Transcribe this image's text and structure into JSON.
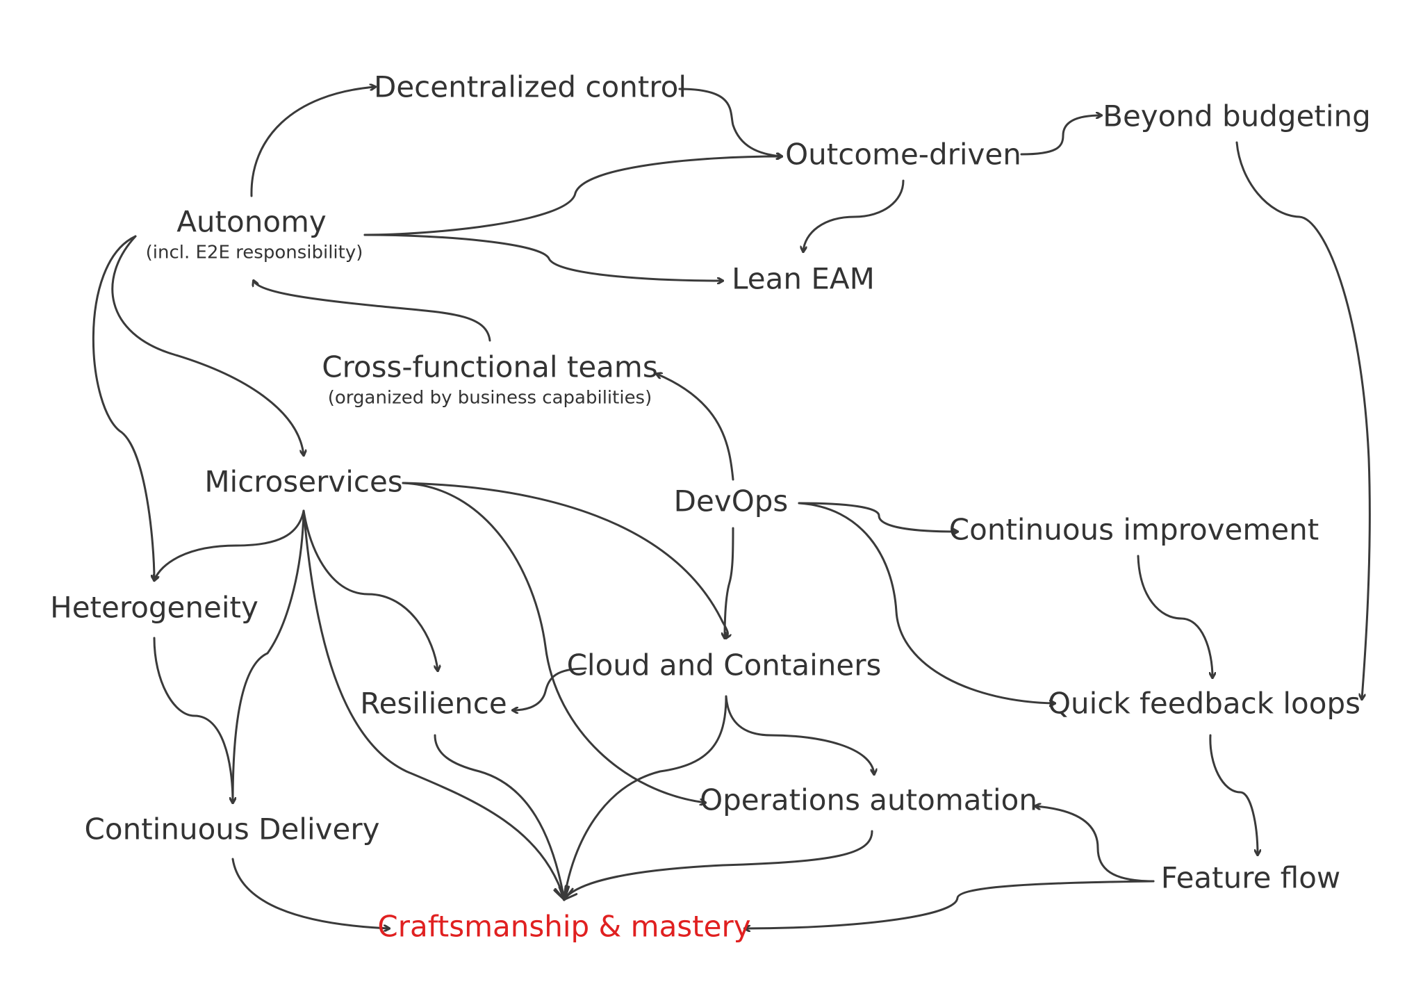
{
  "colors": {
    "text": "#333333",
    "highlight": "#e02020",
    "arrow": "#3a3a3a",
    "background": "#ffffff"
  },
  "nodes": {
    "decentralized_control": "Decentralized control",
    "outcome_driven": "Outcome-driven",
    "beyond_budgeting": "Beyond budgeting",
    "autonomy": "Autonomy",
    "autonomy_sub": "(incl. E2E responsibility)",
    "lean_eam": "Lean EAM",
    "cross_functional_teams": "Cross-functional teams",
    "cross_functional_sub": "(organized by business capabilities)",
    "microservices": "Microservices",
    "devops": "DevOps",
    "continuous_improvement": "Continuous improvement",
    "heterogeneity": "Heterogeneity",
    "cloud_containers": "Cloud and Containers",
    "resilience": "Resilience",
    "quick_feedback_loops": "Quick feedback loops",
    "operations_automation": "Operations automation",
    "continuous_delivery": "Continuous Delivery",
    "feature_flow": "Feature flow",
    "craftsmanship": "Craftsmanship & mastery"
  },
  "edges": [
    [
      "autonomy",
      "decentralized_control"
    ],
    [
      "decentralized_control",
      "outcome_driven"
    ],
    [
      "autonomy",
      "outcome_driven"
    ],
    [
      "autonomy",
      "lean_eam"
    ],
    [
      "outcome_driven",
      "lean_eam"
    ],
    [
      "outcome_driven",
      "beyond_budgeting"
    ],
    [
      "beyond_budgeting",
      "quick_feedback_loops"
    ],
    [
      "cross_functional_teams",
      "autonomy"
    ],
    [
      "devops",
      "cross_functional_teams"
    ],
    [
      "autonomy",
      "microservices"
    ],
    [
      "autonomy",
      "heterogeneity"
    ],
    [
      "microservices",
      "heterogeneity"
    ],
    [
      "microservices",
      "continuous_delivery"
    ],
    [
      "microservices",
      "resilience"
    ],
    [
      "microservices",
      "cloud_containers"
    ],
    [
      "microservices",
      "operations_automation"
    ],
    [
      "microservices",
      "craftsmanship"
    ],
    [
      "devops",
      "cloud_containers"
    ],
    [
      "devops",
      "continuous_improvement"
    ],
    [
      "devops",
      "quick_feedback_loops"
    ],
    [
      "continuous_improvement",
      "quick_feedback_loops"
    ],
    [
      "heterogeneity",
      "continuous_delivery"
    ],
    [
      "cloud_containers",
      "resilience"
    ],
    [
      "cloud_containers",
      "operations_automation"
    ],
    [
      "cloud_containers",
      "craftsmanship"
    ],
    [
      "resilience",
      "craftsmanship"
    ],
    [
      "operations_automation",
      "craftsmanship"
    ],
    [
      "continuous_delivery",
      "craftsmanship"
    ],
    [
      "quick_feedback_loops",
      "feature_flow"
    ],
    [
      "feature_flow",
      "operations_automation"
    ],
    [
      "feature_flow",
      "craftsmanship"
    ]
  ]
}
